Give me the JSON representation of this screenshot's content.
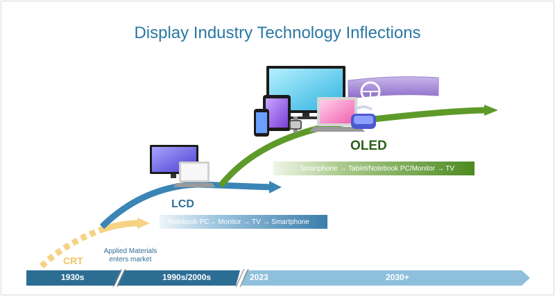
{
  "title": "Display Industry Technology Inflections",
  "technologies": {
    "crt": "CRT",
    "lcd": "LCD",
    "oled": "OLED"
  },
  "annotation": {
    "applied_materials": "Applied Materials enters market"
  },
  "applications": {
    "lcd": "Notebook PC→ Monitor → TV → Smartphone",
    "oled": "Smartphone → Tablet/Notebook PC/Monitor → TV"
  },
  "timeline": [
    "1930s",
    "1990s/2000s",
    "2023",
    "2030+"
  ],
  "colors": {
    "title": "#2a78a3",
    "crt": "#f6d284",
    "lcd": "#3a85b5",
    "oled": "#5e9a2a",
    "timeline_dark": "#2c6d94",
    "timeline_light": "#8ec0dc"
  },
  "icons": [
    "monitor-icon",
    "laptop-icon",
    "tv-icon",
    "tablet-icon",
    "smartphone-icon",
    "smartwatch-icon",
    "vr-headset-icon",
    "steering-wheel-icon",
    "automotive-display-icon"
  ]
}
